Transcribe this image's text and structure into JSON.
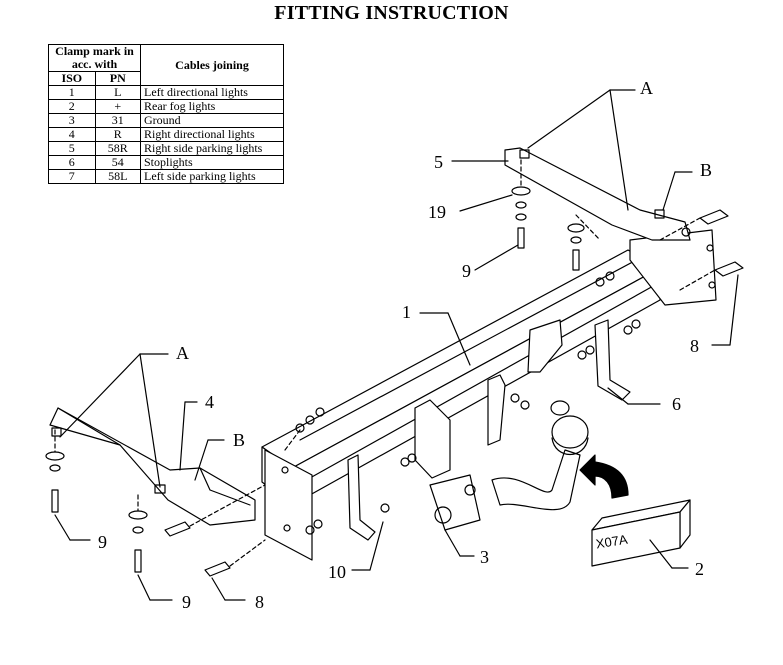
{
  "title": "FITTING INSTRUCTION",
  "table": {
    "header_clamp": "Clamp mark in acc. with",
    "header_cables": "Cables joining",
    "header_iso": "ISO",
    "header_pn": "PN",
    "rows": [
      {
        "iso": "1",
        "pn": "L",
        "desc": "Left directional lights"
      },
      {
        "iso": "2",
        "pn": "+",
        "desc": "Rear fog lights"
      },
      {
        "iso": "3",
        "pn": "31",
        "desc": "Ground"
      },
      {
        "iso": "4",
        "pn": "R",
        "desc": "Right directional lights"
      },
      {
        "iso": "5",
        "pn": "58R",
        "desc": "Right side parking lights"
      },
      {
        "iso": "6",
        "pn": "54",
        "desc": "Stoplights"
      },
      {
        "iso": "7",
        "pn": "58L",
        "desc": "Left side parking lights"
      }
    ]
  },
  "callouts": {
    "a_top": "A",
    "b_right": "B",
    "five": "5",
    "nineteen": "19",
    "nine_top": "9",
    "one": "1",
    "eight_right": "8",
    "six": "6",
    "a_left": "A",
    "four": "4",
    "b_left": "B",
    "nine_left": "9",
    "nine_bottom": "9",
    "eight_bottom": "8",
    "ten": "10",
    "three": "3",
    "two": "2"
  },
  "box_label": "X07A"
}
